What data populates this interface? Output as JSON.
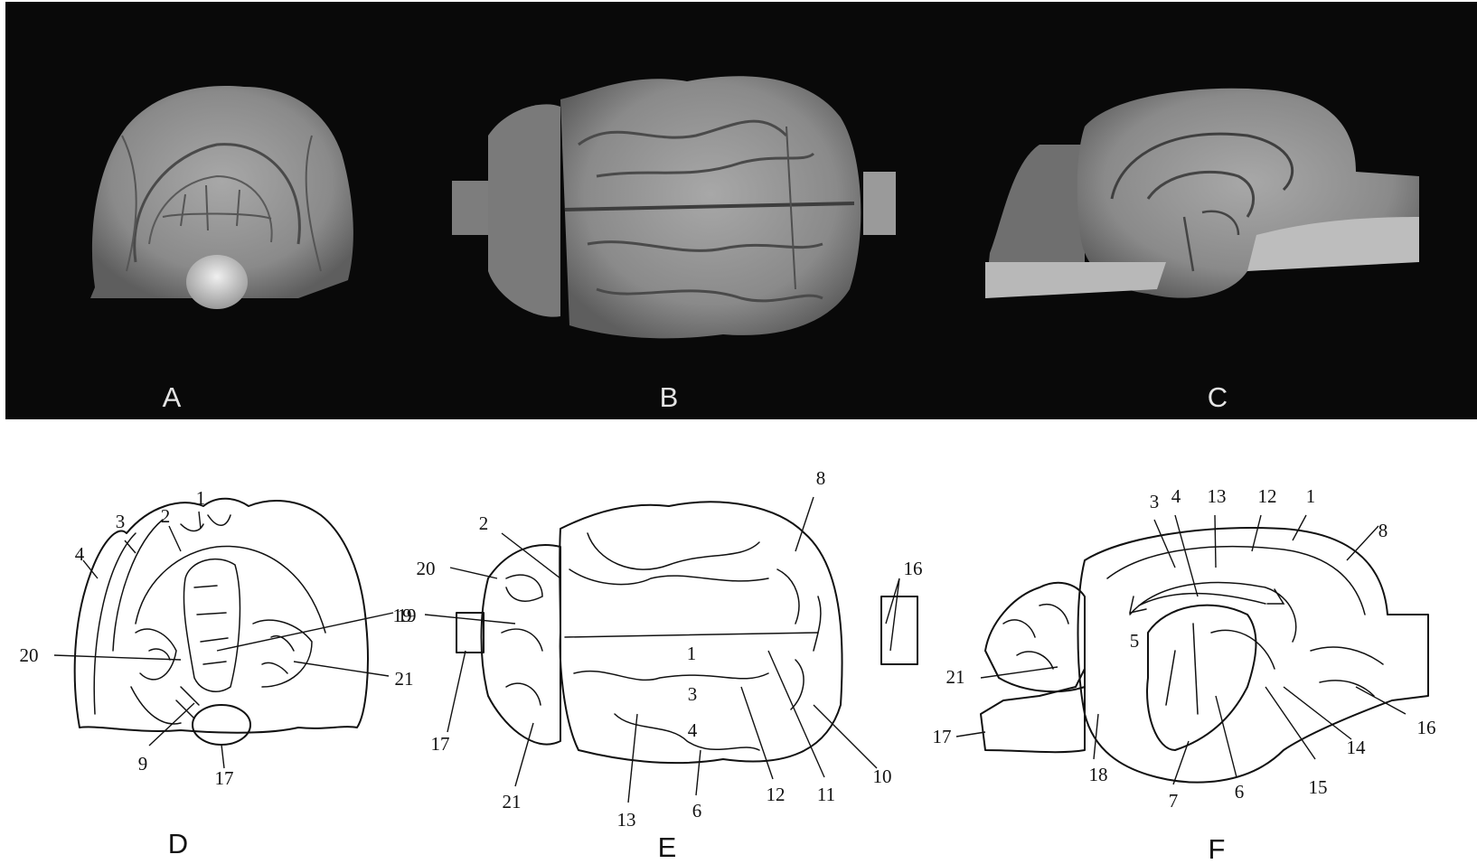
{
  "photo_panels": [
    {
      "letter": "A"
    },
    {
      "letter": "B"
    },
    {
      "letter": "C"
    }
  ],
  "drawing_panels": [
    {
      "letter": "D",
      "callouts": [
        "1",
        "2",
        "3",
        "4",
        "19",
        "20",
        "21",
        "9",
        "17"
      ]
    },
    {
      "letter": "E",
      "callouts": [
        "8",
        "2",
        "20",
        "16",
        "19",
        "1",
        "3",
        "4",
        "17",
        "21",
        "13",
        "6",
        "12",
        "11",
        "10"
      ]
    },
    {
      "letter": "F",
      "callouts": [
        "3",
        "4",
        "13",
        "12",
        "1",
        "8",
        "5",
        "21",
        "16",
        "17",
        "18",
        "7",
        "6",
        "15",
        "14"
      ]
    }
  ],
  "colors": {
    "photo_background": "#090909",
    "line_art": "#111111",
    "brain_tissue": "#8f8f8f"
  }
}
